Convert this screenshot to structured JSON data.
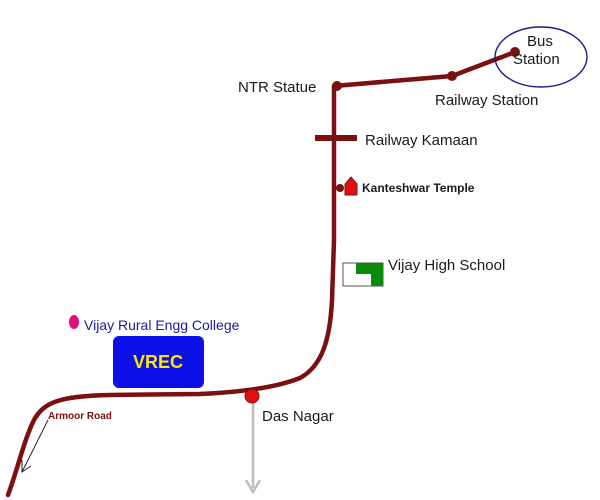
{
  "colors": {
    "road": "#7a1010",
    "station_ring": "#1a1a8c",
    "college_block": "#0a10e6",
    "college_text": "#ffe600",
    "college_label": "#1a1aa0",
    "temple": "#e01010",
    "school_green": "#0a8a0a",
    "das_nagar_marker": "#e01010",
    "college_marker": "#e0107a",
    "grey_road": "#bdbdbd",
    "armoor_label": "#7a1010"
  },
  "labels": {
    "bus_station_line1": "Bus",
    "bus_station_line2": "Station",
    "railway_station": "Railway Station",
    "ntr_statue": "NTR Statue",
    "railway_kamaan": "Railway Kamaan",
    "kanteshwar_temple": "Kanteshwar Temple",
    "vijay_high_school": "Vijay High School",
    "vijay_rural_engg_college": "Vijay Rural Engg College",
    "vrec": "VREC",
    "das_nagar": "Das Nagar",
    "armoor_road": "Armoor Road"
  },
  "icons": {
    "temple": "temple-icon",
    "school": "school-icon",
    "college": "college-marker-icon",
    "station": "station-marker-icon",
    "location": "location-pin-icon"
  }
}
